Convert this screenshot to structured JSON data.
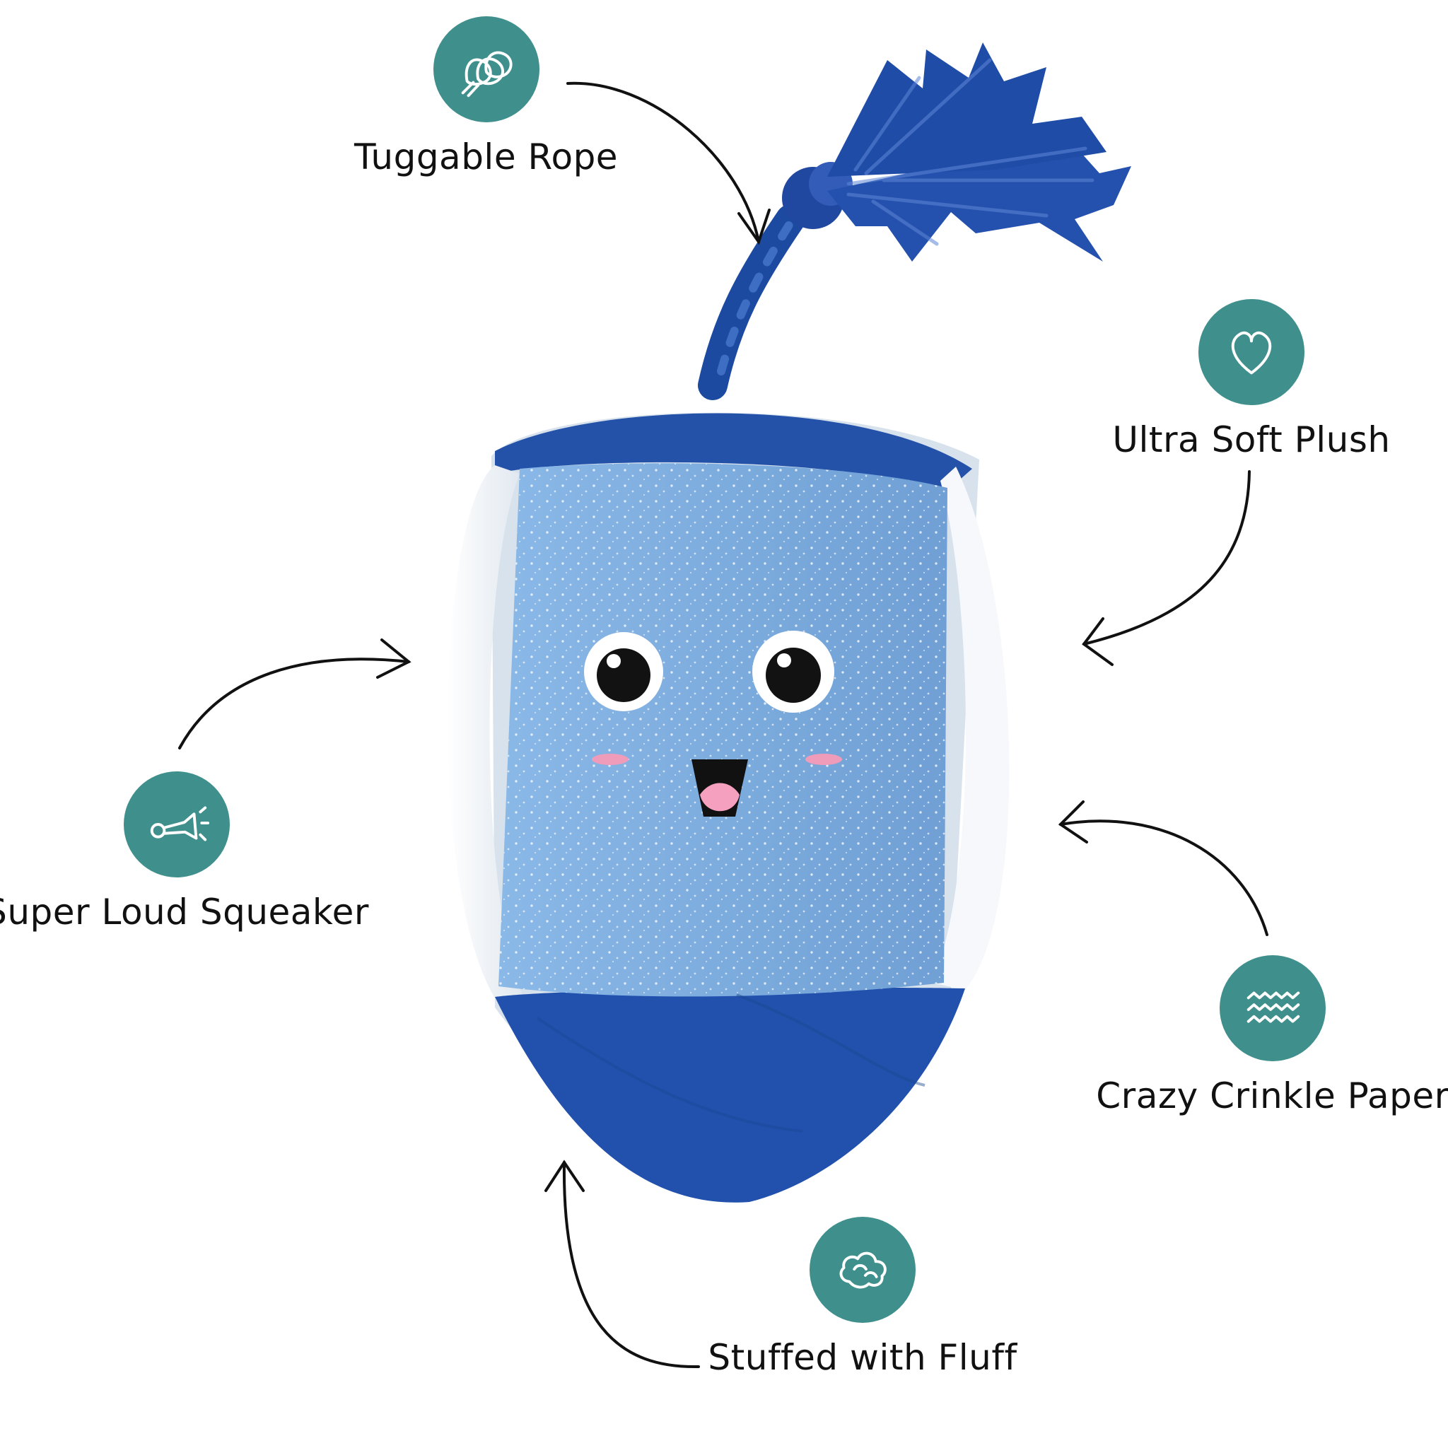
{
  "features": [
    {
      "key": "rope",
      "label": "Tuggable Rope",
      "icon": "rope-icon"
    },
    {
      "key": "plush",
      "label": "Ultra Soft Plush",
      "icon": "heart-icon"
    },
    {
      "key": "squeaker",
      "label": "Super Loud Squeaker",
      "icon": "squeaker-horn-icon"
    },
    {
      "key": "crinkle",
      "label": "Crazy Crinkle Paper",
      "icon": "waves-icon"
    },
    {
      "key": "fluff",
      "label": "Stuffed with Fluff",
      "icon": "cloud-icon"
    }
  ],
  "colors": {
    "badge": "#3f8f8c",
    "toy_light_blue": "#79a8da",
    "toy_dark_blue": "#1f4ea8",
    "rope_blue": "#1e4ea5",
    "arrow": "#111111"
  }
}
